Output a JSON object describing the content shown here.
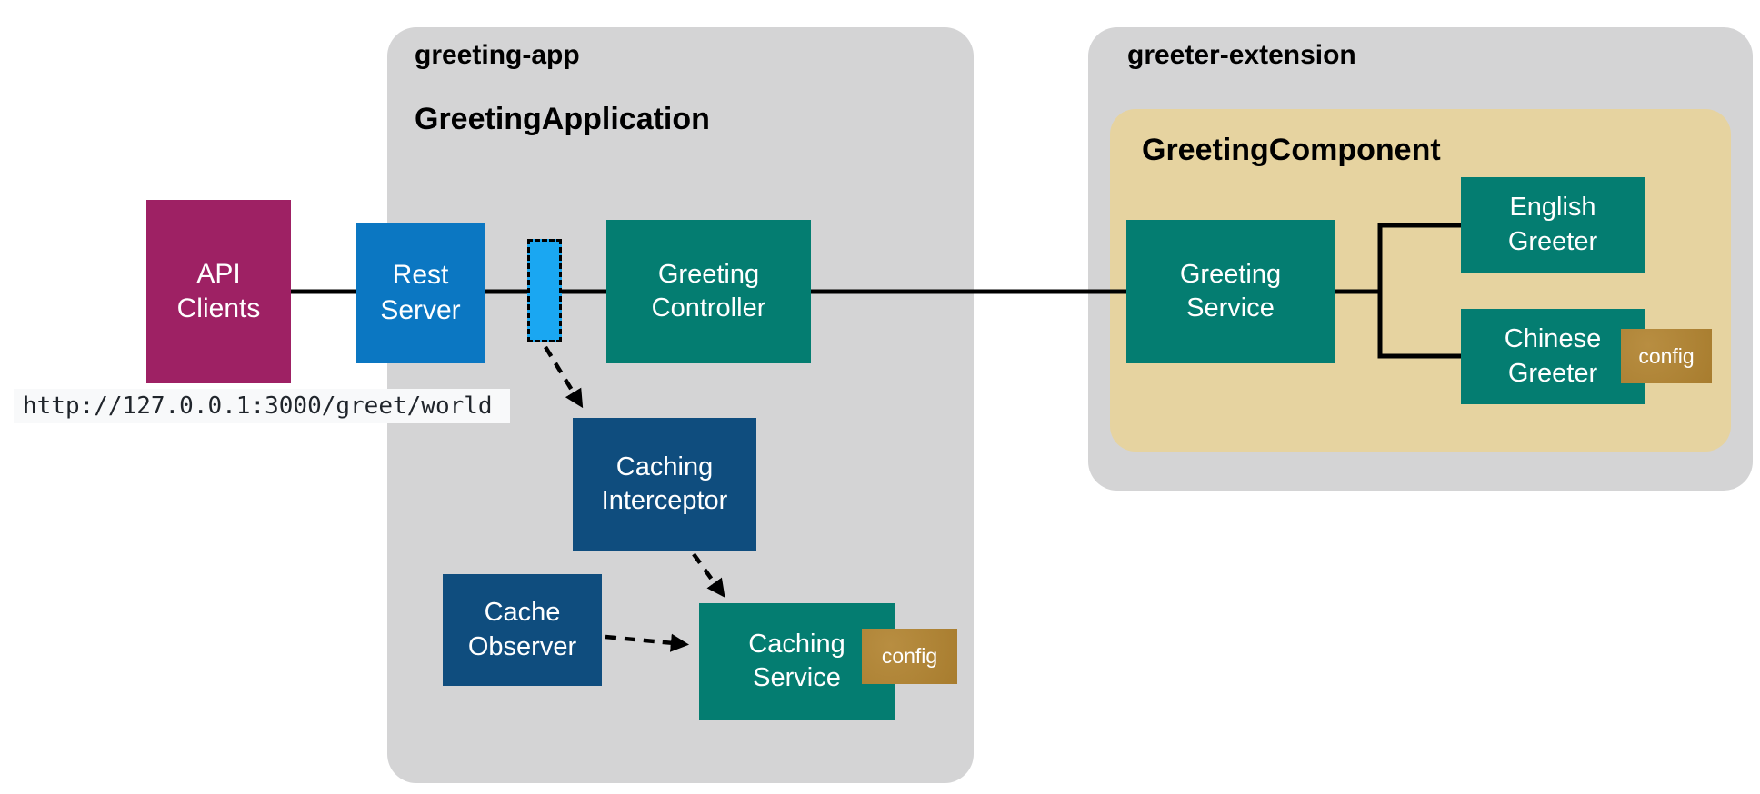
{
  "diagram": {
    "containers": {
      "greeting_app": {
        "title": "greeting-app",
        "class_name": "GreetingApplication"
      },
      "greeter_extension": {
        "title": "greeter-extension"
      },
      "greeting_component": {
        "title": "GreetingComponent"
      }
    },
    "nodes": {
      "api_clients": {
        "line1": "API",
        "line2": "Clients"
      },
      "rest_server": {
        "line1": "Rest",
        "line2": "Server"
      },
      "greeting_controller": {
        "line1": "Greeting",
        "line2": "Controller"
      },
      "caching_interceptor": {
        "line1": "Caching",
        "line2": "Interceptor"
      },
      "cache_observer": {
        "line1": "Cache",
        "line2": "Observer"
      },
      "caching_service": {
        "line1": "Caching",
        "line2": "Service"
      },
      "greeting_service": {
        "line1": "Greeting",
        "line2": "Service"
      },
      "english_greeter": {
        "line1": "English",
        "line2": "Greeter"
      },
      "chinese_greeter": {
        "line1": "Chinese",
        "line2": "Greeter"
      }
    },
    "badges": {
      "caching_service_config": {
        "label": "config"
      },
      "chinese_greeter_config": {
        "label": "config"
      }
    },
    "url_label": "http://127.0.0.1:3000/greet/world",
    "colors": {
      "container_gray": "#d4d4d5",
      "component_tan": "#e6d3a0",
      "node_magenta": "#9e2164",
      "node_blue": "#0b77c2",
      "activation_lightblue": "#1aa7f2",
      "node_teal": "#047d71",
      "node_navy": "#0f4d7e",
      "badge_gold": "#b28431",
      "connector_black": "#000000",
      "url_bg": "#f8f9fa",
      "url_text": "#20252b"
    }
  }
}
